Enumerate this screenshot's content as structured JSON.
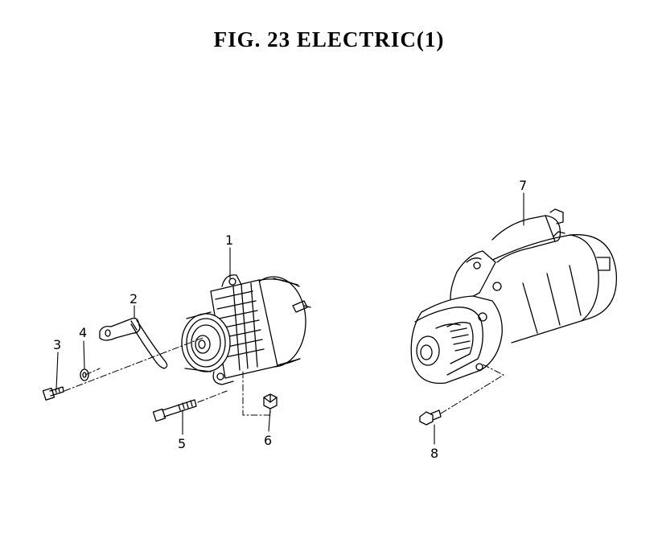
{
  "title": "FIG. 23  ELECTRIC(1)",
  "callouts": [
    "1",
    "2",
    "3",
    "4",
    "5",
    "6",
    "7",
    "8"
  ]
}
